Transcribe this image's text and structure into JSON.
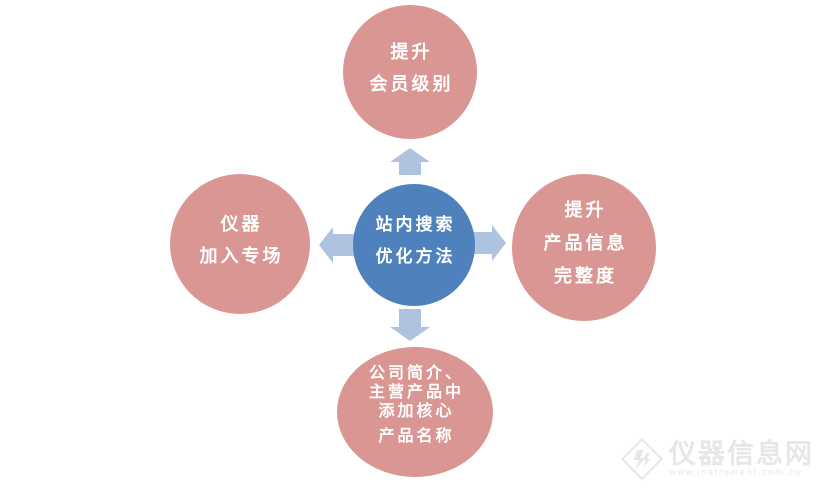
{
  "diagram": {
    "title_semantic": "site-search-optimization-methods-radial-diagram",
    "text_color": "#ffffff",
    "arrow_fill": "#aec3e0",
    "center_node": {
      "fill": "#4f81bd",
      "lines": [
        "站内搜索",
        "优化方法"
      ]
    },
    "top_node": {
      "fill": "#d99693",
      "lines": [
        "提升",
        "会员级别"
      ]
    },
    "left_node": {
      "fill": "#d99693",
      "lines": [
        "仪器",
        "加入专场"
      ]
    },
    "right_node": {
      "fill": "#d99693",
      "lines": [
        "提升",
        "产品信息",
        "完整度"
      ]
    },
    "bottom_node": {
      "fill": "#d99693",
      "lines": [
        "公司简介、",
        "主营产品中",
        "添加核心",
        "产品名称"
      ]
    }
  },
  "watermark": {
    "color": "#e7e7e7",
    "site_name": "仪器信息网",
    "site_url": "www.instrument.com.cn"
  }
}
